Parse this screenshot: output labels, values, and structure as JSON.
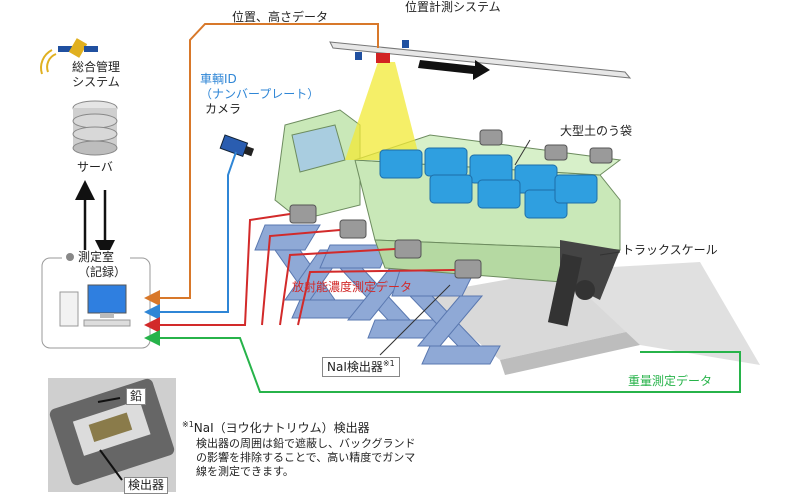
{
  "labels": {
    "position_system": "位置計測システム",
    "position_height_data": "位置、高さデータ",
    "vehicle_id_line1": "車輌ID",
    "vehicle_id_line2": "（ナンバープレート）",
    "camera": "カメラ",
    "server_title_line1": "総合管理",
    "server_title_line2": "システム",
    "server": "サーバ",
    "room_line1": "測定室",
    "room_line2": "（記録）",
    "bags": "大型土のう袋",
    "truck_scale": "トラックスケール",
    "radiation_data": "放射能濃度測定データ",
    "nai_detector": "NaI検出器",
    "nai_footnote_mark": "※1",
    "weight_data": "重量測定データ",
    "lead": "鉛",
    "detector_inset": "検出器",
    "footnote_mark": "※1",
    "footnote_title": "NaI（ヨウ化ナトリウム）検出器",
    "footnote_body_1": "検出器の周囲は鉛で遮蔽し、バックグランド",
    "footnote_body_2": "の影響を排除することで、高い精度でガンマ",
    "footnote_body_3": "線を測定できます。"
  },
  "colors": {
    "orange_line": "#d8782a",
    "blue_line": "#2f86d6",
    "red_line": "#d22a2a",
    "green_line": "#27b34a",
    "truck_green": "#c9e8b8",
    "bag_blue": "#2f9fe0",
    "scale_blue": "#8fa9d6",
    "beam_yellow": "#f2e936"
  },
  "icons": [
    "satellite-icon",
    "database-icon",
    "computer-icon",
    "camera-icon",
    "position-sensor-icon",
    "direction-arrow-icon"
  ]
}
